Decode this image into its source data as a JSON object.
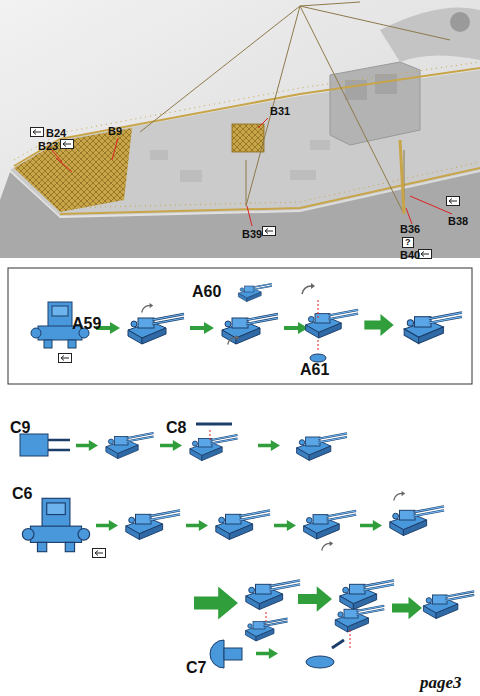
{
  "diagram": {
    "labels": [
      "B31",
      "B24",
      "B23",
      "B9",
      "B38",
      "B39",
      "B36",
      "?",
      "B40",
      "A60",
      "A59",
      "A61",
      "C9",
      "C8",
      "C6",
      "C7",
      "page3"
    ]
  }
}
